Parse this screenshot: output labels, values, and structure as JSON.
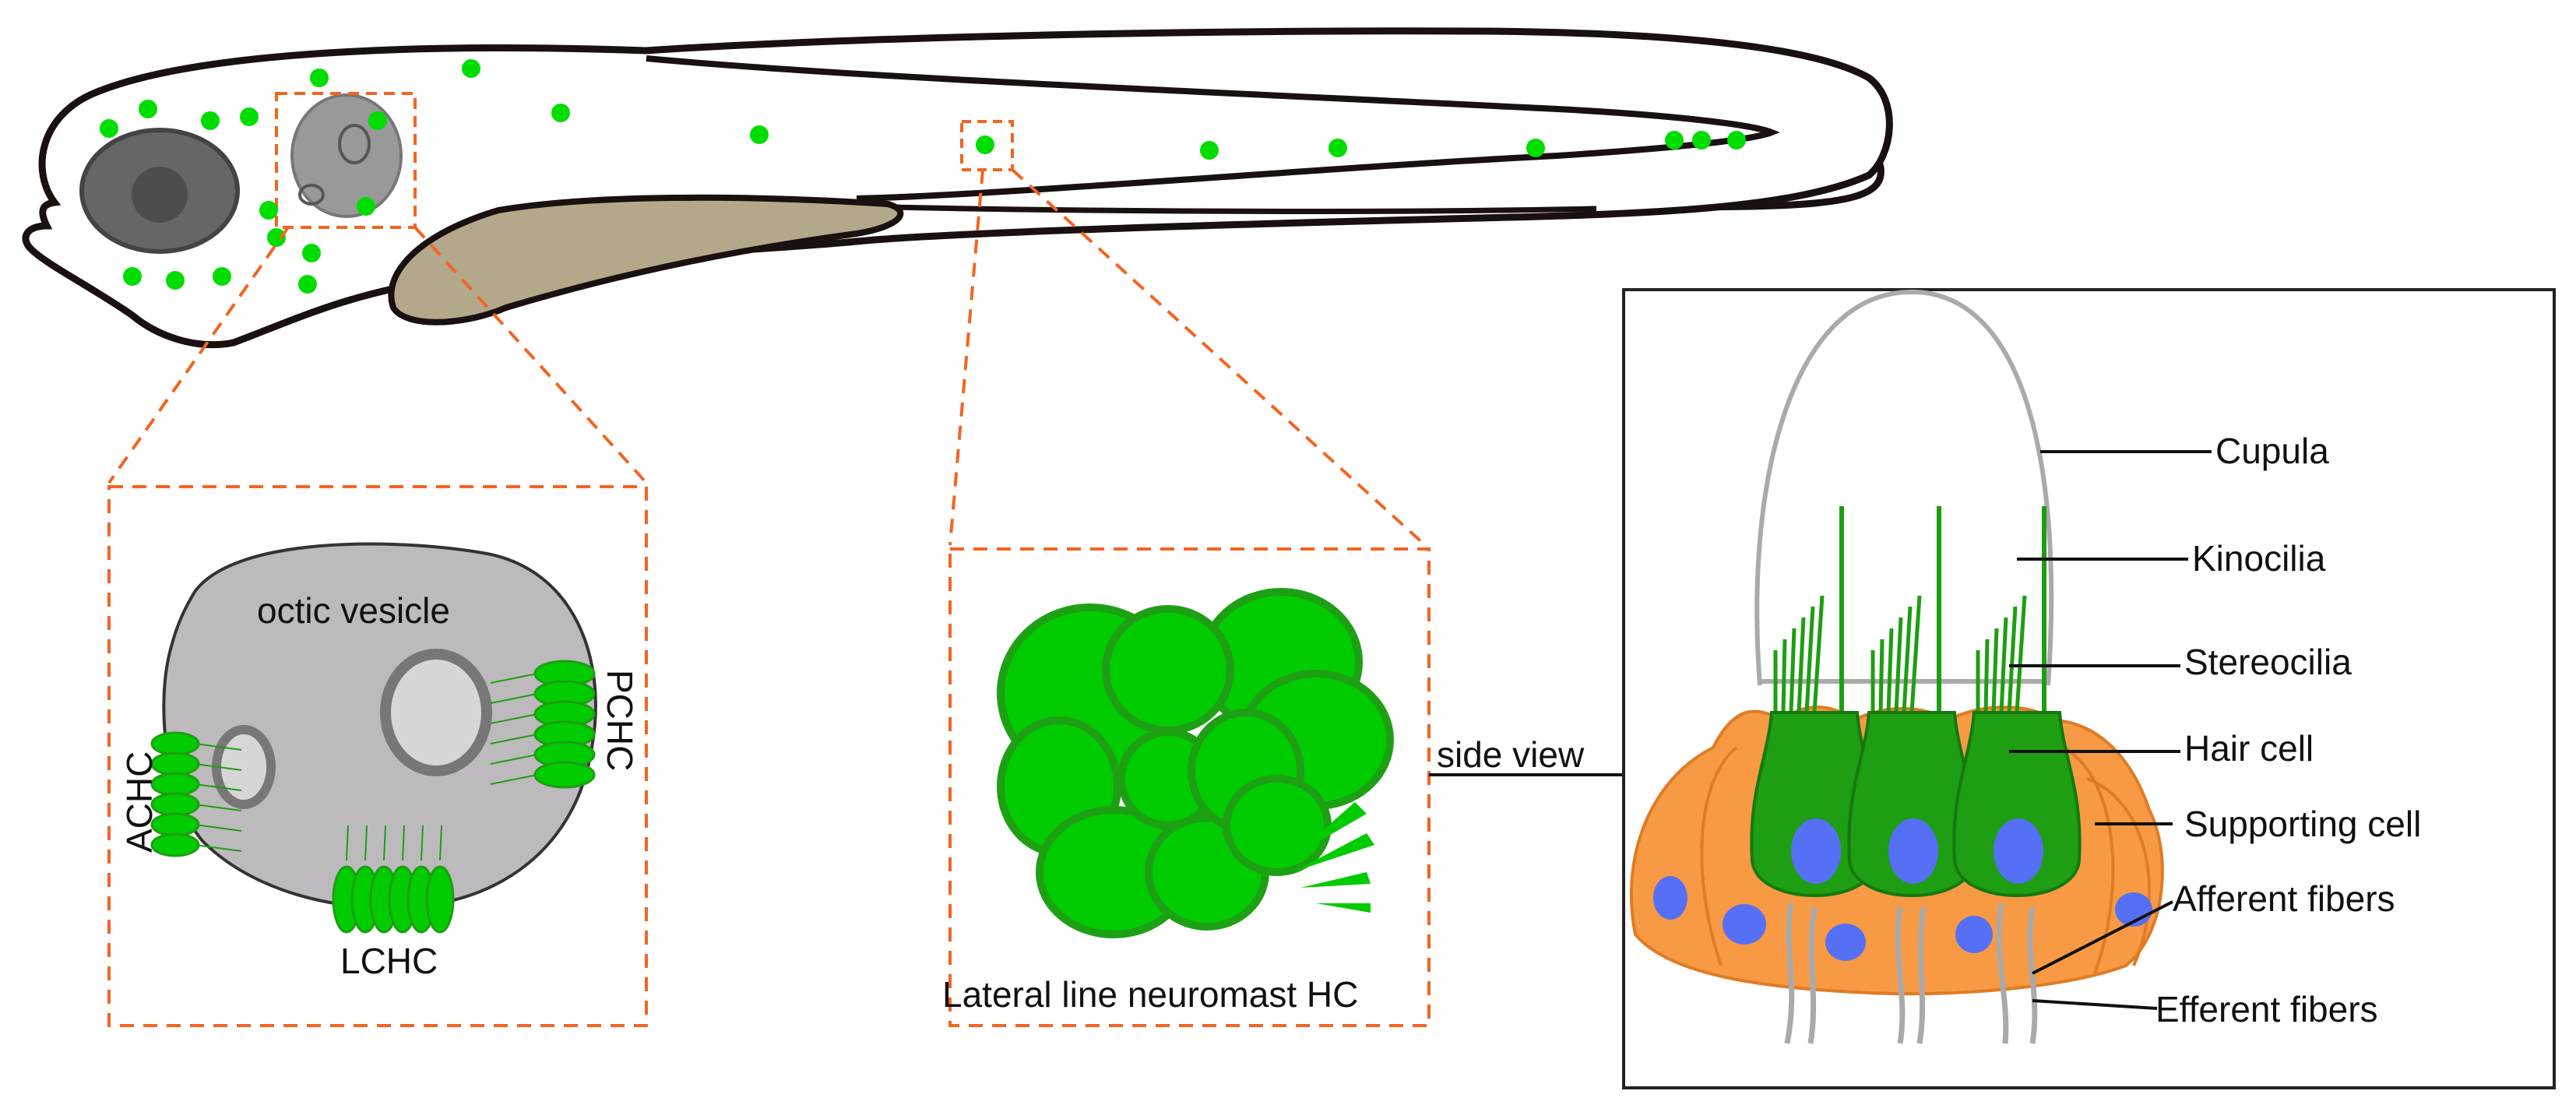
{
  "otic_panel": {
    "vesicle_label": "octic vesicle",
    "achc_label": "ACHC",
    "pchc_label": "PCHC",
    "lchc_label": "LCHC"
  },
  "neuromast_panel": {
    "caption": "Lateral line neuromast HC"
  },
  "connector": {
    "label": "side view"
  },
  "side_view": {
    "labels": {
      "cupula": "Cupula",
      "kinocilia": "Kinocilia",
      "stereocilia": "Stereocilia",
      "hair_cell": "Hair cell",
      "supporting_cell": "Supporting cell",
      "afferent": "Afferent fibers",
      "efferent": "Efferent fibers"
    }
  },
  "colors": {
    "outline": "#1a1010",
    "hair_cell_green": "#00cc00",
    "hair_cell_dark_green": "#1e9e12",
    "supporting_orange": "#f89a44",
    "nucleus_blue": "#5570f5",
    "vesicle_gray": "#bdbabd",
    "eye_gray": "#666666",
    "yolk": "#b3a98a",
    "dash_orange": "#f26522"
  }
}
